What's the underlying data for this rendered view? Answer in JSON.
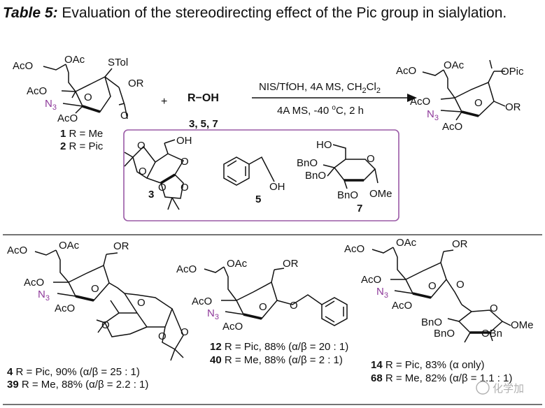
{
  "caption": {
    "table_number": "Table 5:",
    "title": "Evaluation of the stereodirecting effect of the Pic group in sialylation."
  },
  "reaction": {
    "reagents_top": "NIS/TfOH, 4A MS, CH",
    "reagents_top_sub": "2",
    "reagents_top_end": "Cl",
    "reagents_top_sub2": "2",
    "conditions_bottom": "4A MS, -40 ",
    "conditions_deg": "o",
    "conditions_end": "C, 2 h",
    "plus": "+",
    "acceptor_label": "R−OH",
    "acceptor_numbers": "3, 5, 7"
  },
  "donor": {
    "SR": "STol",
    "ester": "OR",
    "AcO_top_left": "AcO",
    "OAc_top": "OAc",
    "AcO_mid": "AcO",
    "N3_base": "N",
    "N3_sub": "3",
    "AcO_bottom": "AcO",
    "label_1_num": "1",
    "label_1_text": " R = Me",
    "label_2_num": "2",
    "label_2_text": " R = Pic"
  },
  "acceptors": {
    "c3": {
      "OH": "OH",
      "label": "3"
    },
    "c5": {
      "OH": "OH",
      "label": "5"
    },
    "c7": {
      "HO": "HO",
      "BnO1": "BnO",
      "BnO2": "BnO",
      "BnO3": "BnO",
      "OMe": "OMe",
      "label": "7"
    }
  },
  "product": {
    "AcO_top_left": "AcO",
    "OAc_top": "OAc",
    "ester": "OPic",
    "AcO_mid": "AcO",
    "N3_base": "N",
    "N3_sub": "3",
    "AcO_bottom": "AcO",
    "OR": "OR"
  },
  "results": [
    {
      "AcO1": "AcO",
      "OAc": "OAc",
      "ester": "OR",
      "AcO2": "AcO",
      "N3_base": "N",
      "N3_sub": "3",
      "AcO3": "AcO",
      "line1_num": "4",
      "line1_text": " R = Pic, 90% (α/β = 25 : 1)",
      "line2_num": "39",
      "line2_text": " R = Me, 88% (α/β = 2.2 : 1)"
    },
    {
      "AcO1": "AcO",
      "OAc": "OAc",
      "ester": "OR",
      "AcO2": "AcO",
      "N3_base": "N",
      "N3_sub": "3",
      "AcO3": "AcO",
      "line1_num": "12",
      "line1_text": " R = Pic, 88% (α/β = 20 : 1)",
      "line2_num": "40",
      "line2_text": " R = Me, 88% (α/β = 2 : 1)"
    },
    {
      "AcO1": "AcO",
      "OAc": "OAc",
      "ester": "OR",
      "AcO2": "AcO",
      "N3_base": "N",
      "N3_sub": "3",
      "AcO3": "AcO",
      "BnO1": "BnO",
      "BnO2": "BnO",
      "OBn": "OBn",
      "OMe": "OMe",
      "line1_num": "14",
      "line1_text": " R = Pic, 83% (α only)",
      "line2_num": "68",
      "line2_text": " R = Me, 82% (α/β = 1.1 : 1)"
    }
  ],
  "watermark": "化学加",
  "colors": {
    "azide": "#8e3a9a",
    "box_border": "#9a5aa6",
    "rule": "#222222"
  }
}
